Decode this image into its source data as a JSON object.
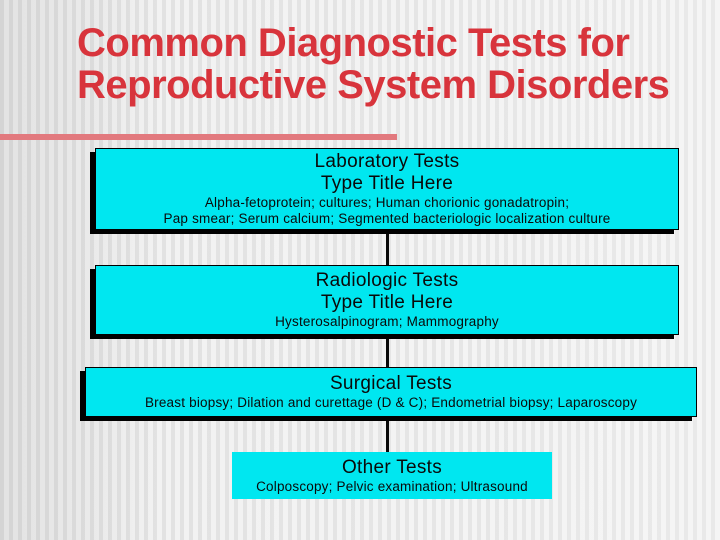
{
  "slide": {
    "title_line1": "Common Diagnostic Tests for",
    "title_line2": "Reproductive System Disorders",
    "colors": {
      "title_red": "#d8343c",
      "underline_pink": "#e2797e",
      "box_cyan": "#00e7f0",
      "line_black": "#0a0a0a"
    }
  },
  "diagram": {
    "boxes": [
      {
        "id": "laboratory-tests",
        "heading_lines": [
          "Laboratory Tests",
          "Type Title Here"
        ],
        "detail_lines": [
          "Alpha-fetoprotein; cultures; Human chorionic gonadatropin;",
          "Pap smear; Serum calcium; Segmented bacteriologic localization culture"
        ]
      },
      {
        "id": "radiologic-tests",
        "heading_lines": [
          "Radiologic Tests",
          "Type Title Here"
        ],
        "detail_lines": [
          "Hysterosalpinogram; Mammography"
        ]
      },
      {
        "id": "surgical-tests",
        "heading_lines": [
          "Surgical Tests"
        ],
        "detail_lines": [
          "Breast biopsy; Dilation and curettage (D & C); Endometrial biopsy; Laparoscopy"
        ]
      },
      {
        "id": "other-tests",
        "heading_lines": [
          "Other Tests"
        ],
        "detail_lines": [
          "Colposcopy; Pelvic examination; Ultrasound"
        ]
      }
    ]
  }
}
